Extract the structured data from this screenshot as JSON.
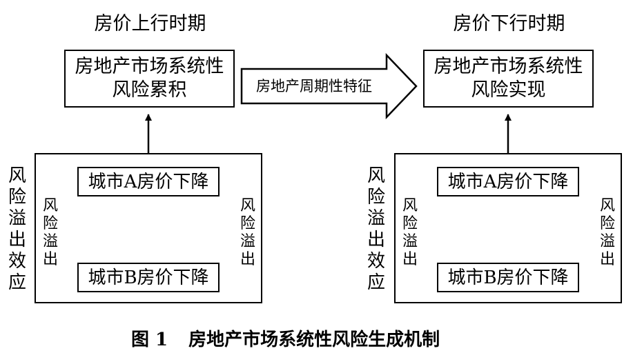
{
  "left": {
    "period_title": "房价上行时期",
    "outcome_line1": "房地产市场系统性",
    "outcome_line2": "风险累积",
    "effect_label": "风险溢出效应",
    "city_a": "城市A房价下降",
    "city_b": "城市B房价下降",
    "spill_left": "风险溢出",
    "spill_right": "风险溢出"
  },
  "right": {
    "period_title": "房价下行时期",
    "outcome_line1": "房地产市场系统性",
    "outcome_line2": "风险实现",
    "effect_label": "风险溢出效应",
    "city_a": "城市A房价下降",
    "city_b": "城市B房价下降",
    "spill_left": "风险溢出",
    "spill_right": "风险溢出"
  },
  "middle_arrow_label": "房地产周期性特征",
  "caption": {
    "figure_number": "图 1",
    "title": "房地产市场系统性风险生成机制"
  }
}
